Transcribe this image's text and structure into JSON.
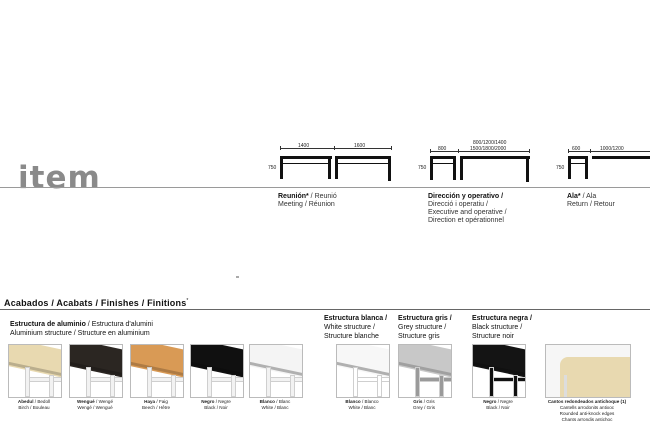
{
  "brand": {
    "logo_text": "item"
  },
  "diagrams": {
    "meeting": {
      "dims_top": [
        "1400",
        "1600"
      ],
      "height": "750",
      "title_bold": "Reunión",
      "title_sup": "*",
      "title_rest": " / Reunió",
      "line2": "Meeting / Réunion"
    },
    "direction": {
      "dim_left": "800",
      "dim_top_a": "800/1200/1400",
      "dim_top_b": "1500/1800/2000",
      "height": "750",
      "title_bold": "Dirección y operativo /",
      "line2": "Direcció i operatiu /",
      "line3": "Executive and operative /",
      "line4": "Direction et opérationnel"
    },
    "return": {
      "dim_left": "600",
      "dim_right": "1000/1200",
      "height": "750",
      "title_bold": "Ala",
      "title_sup": "*",
      "title_rest": " / Ala",
      "line2": "Return / Retour"
    }
  },
  "finishes": {
    "title": "Acabados / Acabats / Finishes / Finitions",
    "title_sup": "*",
    "aluminium": {
      "line1_bold": "Estructura de aluminio",
      "line1_rest": " / Estructura d'alumini",
      "line2": "Aluminium structure / Structure en aluminium"
    },
    "white": {
      "line1": "Estructura blanca /",
      "line2": "White structure /",
      "line3": "Structure blanche"
    },
    "grey": {
      "line1": "Estructura gris /",
      "line2": "Grey structure /",
      "line3": "Structure gris"
    },
    "black": {
      "line1": "Estructura negra /",
      "line2": "Black structure /",
      "line3": "Structure noir"
    },
    "swatches": [
      {
        "name_bold": "Abedul",
        "name_rest": " / Bedoll",
        "line2": "Birch / Bouleau",
        "top": "#e8d9b0",
        "frame": "#f2f2f2"
      },
      {
        "name_bold": "Wengué",
        "name_rest": " / Wengé",
        "line2": "Wengé / Wengué",
        "top": "#2b2622",
        "frame": "#f2f2f2"
      },
      {
        "name_bold": "Haya",
        "name_rest": " / Faig",
        "line2": "Beech / Hêtre",
        "top": "#d99a55",
        "frame": "#f2f2f2"
      },
      {
        "name_bold": "Negro",
        "name_rest": " / Negre",
        "line2": "Black / Noir",
        "top": "#101010",
        "frame": "#f2f2f2"
      },
      {
        "name_bold": "Blanco",
        "name_rest": " / Blanc",
        "line2": "White / Blanc",
        "top": "#f4f4f4",
        "frame": "#f2f2f2"
      },
      {
        "name_bold": "Blanco",
        "name_rest": " / Blanco",
        "line2": "White / Blanc",
        "top": "#f7f7f7",
        "frame": "#ffffff"
      },
      {
        "name_bold": "Gris",
        "name_rest": " / Gris",
        "line2": "Grey / Gris",
        "top": "#c8c8c8",
        "frame": "#9a9a9a"
      },
      {
        "name_bold": "Negro",
        "name_rest": " / Negre",
        "line2": "Black / Noir",
        "top": "#141414",
        "frame": "#111111"
      }
    ],
    "rounded": {
      "line1": "Cantos redondeados antichoque (1)",
      "line2": "Cantells arrodonits antixoc",
      "line3": "Rounded anti-knock edges",
      "line4": "Chants arrondis antichoc"
    }
  }
}
